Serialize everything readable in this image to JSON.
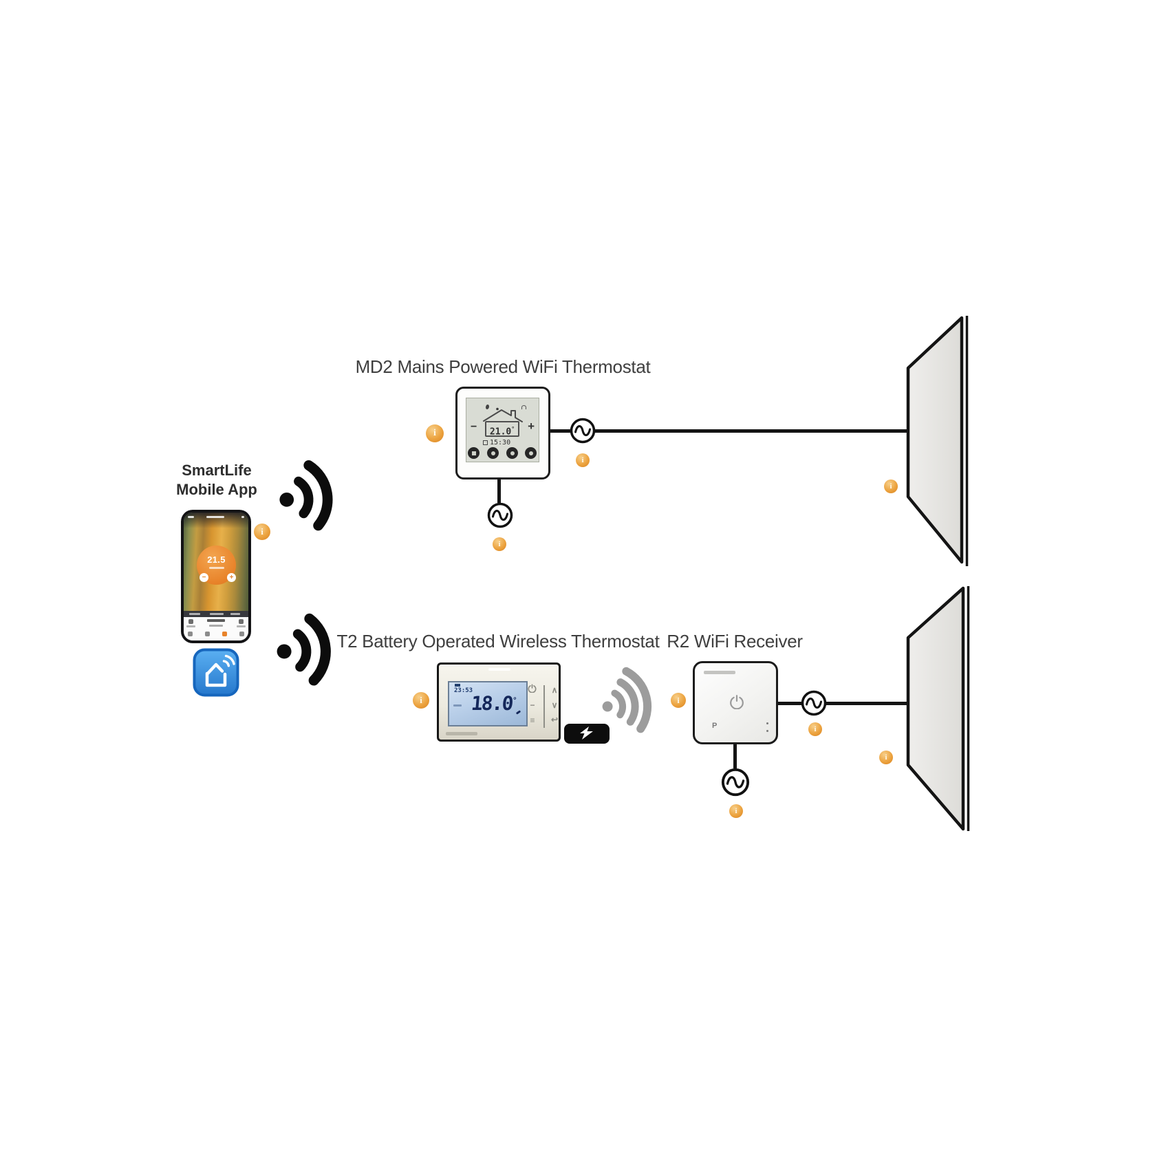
{
  "labels": {
    "md2": "MD2 Mains Powered WiFi Thermostat",
    "t2": "T2 Battery Operated Wireless Thermostat",
    "r2": "R2 WiFi Receiver",
    "app_line1": "SmartLife",
    "app_line2": "Mobile App"
  },
  "phone_app": {
    "dial_temp": "21.5"
  },
  "md2_device": {
    "minus": "−",
    "plus": "+",
    "temp": "21.0",
    "time": "15:30"
  },
  "t2_device": {
    "time": "23:53",
    "temp": "18.0",
    "unit": "°",
    "btn_minus": "−",
    "btn_menu": "≡",
    "btn_up": "∧",
    "btn_down": "∨",
    "btn_back": "↩"
  },
  "r2_device": {
    "program": "P"
  },
  "icons": {
    "info": "i"
  },
  "colors": {
    "info_orange": "#e8962f",
    "wire_black": "#141414",
    "panel_gray": "#e9e8e5",
    "lcd_blue": "#b9cfe9",
    "lcd_gray": "#d9dcd4",
    "app_blue": "#2f84d6",
    "dial_orange": "#e8832a"
  }
}
